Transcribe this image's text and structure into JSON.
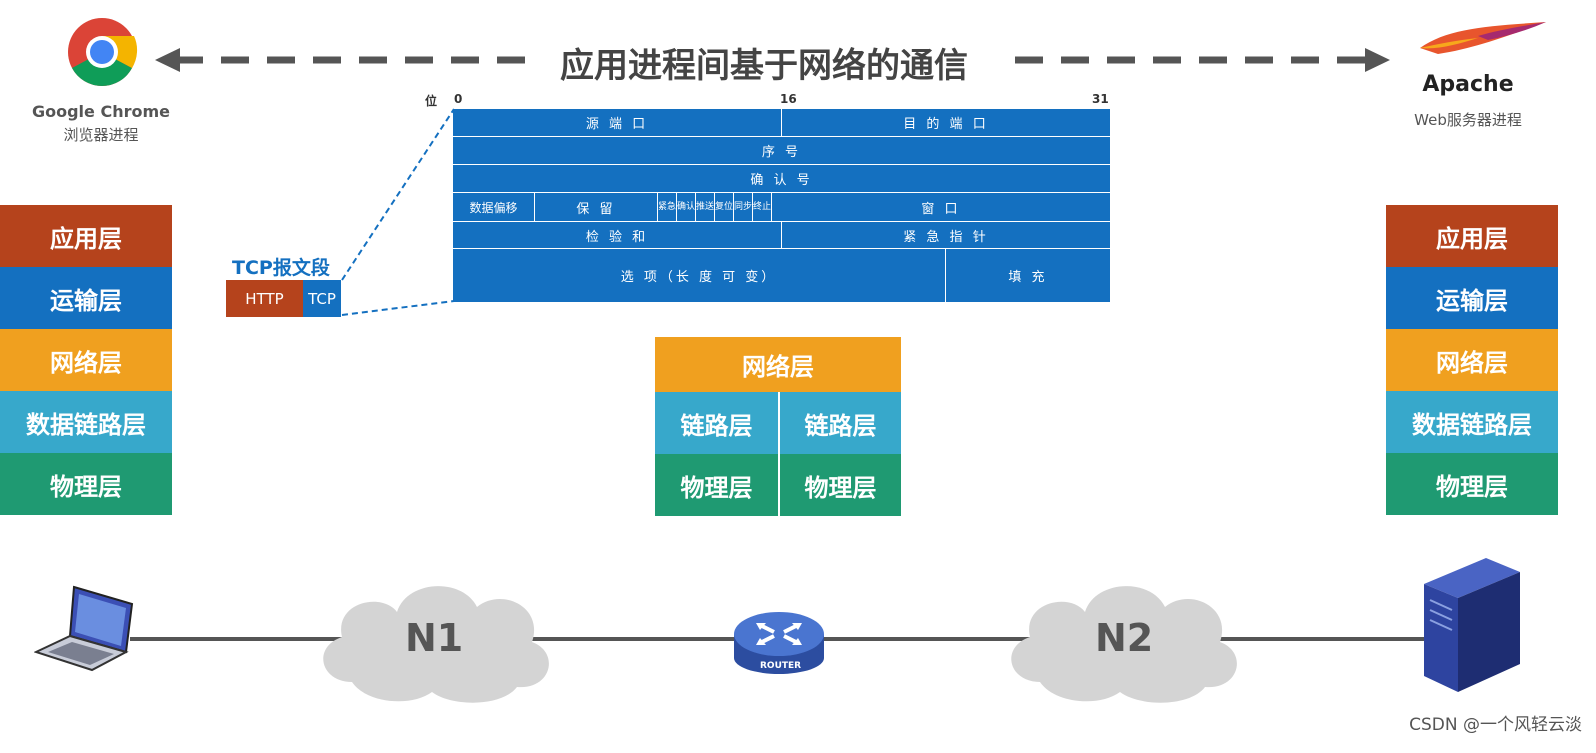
{
  "title": "应用进程间基于网络的通信",
  "client": {
    "name": "Google Chrome",
    "sub": "浏览器进程"
  },
  "server": {
    "name": "Apache",
    "sub": "Web服务器进程"
  },
  "left_stack": [
    "应用层",
    "运输层",
    "网络层",
    "数据链路层",
    "物理层"
  ],
  "right_stack": [
    "应用层",
    "运输层",
    "网络层",
    "数据链路层",
    "物理层"
  ],
  "middle_stack": {
    "network": "网络层",
    "link": [
      "链路层",
      "链路层"
    ],
    "physical": [
      "物理层",
      "物理层"
    ]
  },
  "segment": {
    "title": "TCP报文段",
    "http": "HTTP",
    "tcp": "TCP"
  },
  "tcp_header": {
    "bit_label": "位",
    "bit_marks": [
      "0",
      "16",
      "31"
    ],
    "src_port": "源 端 口",
    "dst_port": "目 的 端 口",
    "seq": "序 号",
    "ack": "确 认 号",
    "offset": "数据偏移",
    "reserved": "保 留",
    "flags": [
      "紧急",
      "确认",
      "推送",
      "复位",
      "同步",
      "终止"
    ],
    "window": "窗 口",
    "checksum": "检 验 和",
    "urgent": "紧 急 指 针",
    "options": "选 项（长 度 可 变）",
    "padding": "填 充"
  },
  "clouds": [
    "N1",
    "N2"
  ],
  "router_label": "ROUTER",
  "watermark": "CSDN @一个风轻云淡",
  "colors": {
    "application": "#b5431c",
    "transport": "#1470c0",
    "network": "#f0a01f",
    "datalink": "#37a8cb",
    "physical": "#1f9a72"
  }
}
